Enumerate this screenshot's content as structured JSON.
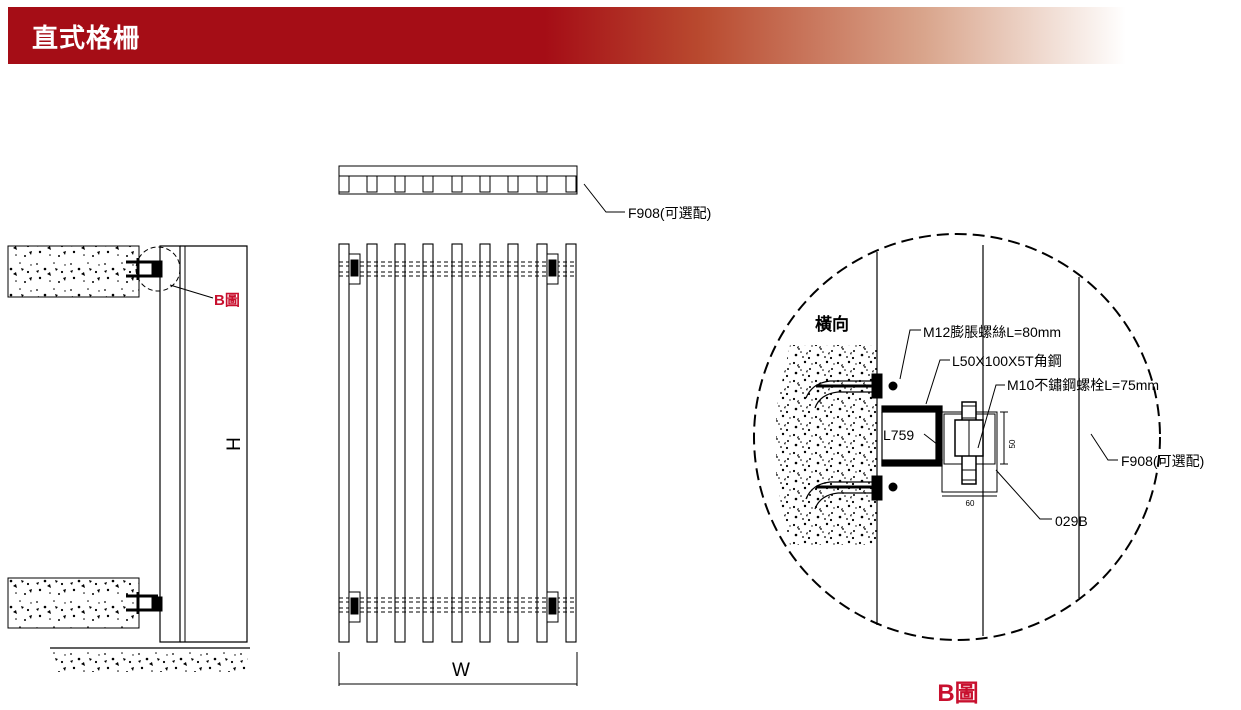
{
  "header": {
    "title": "直式格柵",
    "accent_color": "#a50d16"
  },
  "side_view": {
    "height_label": "H",
    "detail_ref": "B圖"
  },
  "front_view": {
    "width_label": "W",
    "top_profile_label": "F908(可選配)"
  },
  "detail_b": {
    "direction_label": "橫向",
    "anchor_bolt": "M12膨脹螺絲L=80mm",
    "angle_steel": "L50X100X5T角鋼",
    "ss_bolt": "M10不鏽鋼螺栓L=75mm",
    "bracket": "L759",
    "profile": "F908(可選配)",
    "clip": "029B",
    "dim_height": "50",
    "dim_width": "60",
    "caption": "B圖"
  },
  "colors": {
    "red_label": "#c8102e",
    "line": "#000000"
  }
}
